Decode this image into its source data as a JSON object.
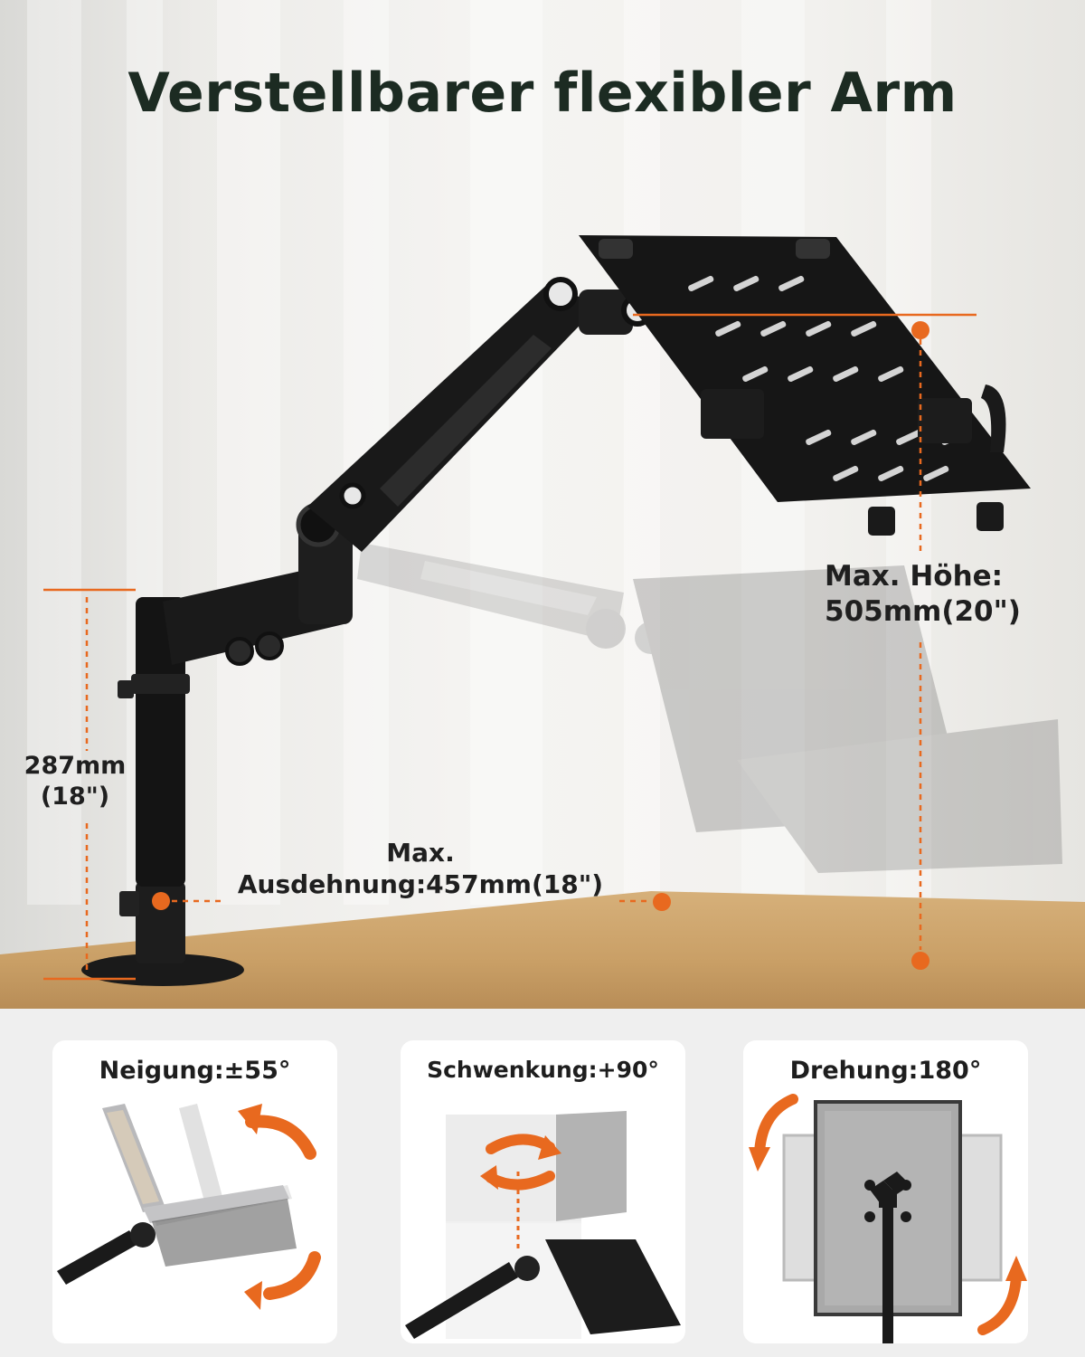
{
  "title": "Verstellbarer flexibler Arm",
  "dimensions": {
    "base_height": {
      "line1": "287mm",
      "line2": "(18\")"
    },
    "extension": {
      "line1": "Max.",
      "line2": "Ausdehnung:457mm(18\")"
    },
    "max_height": {
      "line1": "Max. Höhe:",
      "line2": "505mm(20\")"
    }
  },
  "features": [
    {
      "label": "Neigung:±55°"
    },
    {
      "label": "Schwenkung:+90°"
    },
    {
      "label": "Drehung:180°"
    }
  ],
  "colors": {
    "accent": "#e8691f",
    "title": "#1c2b22",
    "arm": "#1b1b1b"
  }
}
